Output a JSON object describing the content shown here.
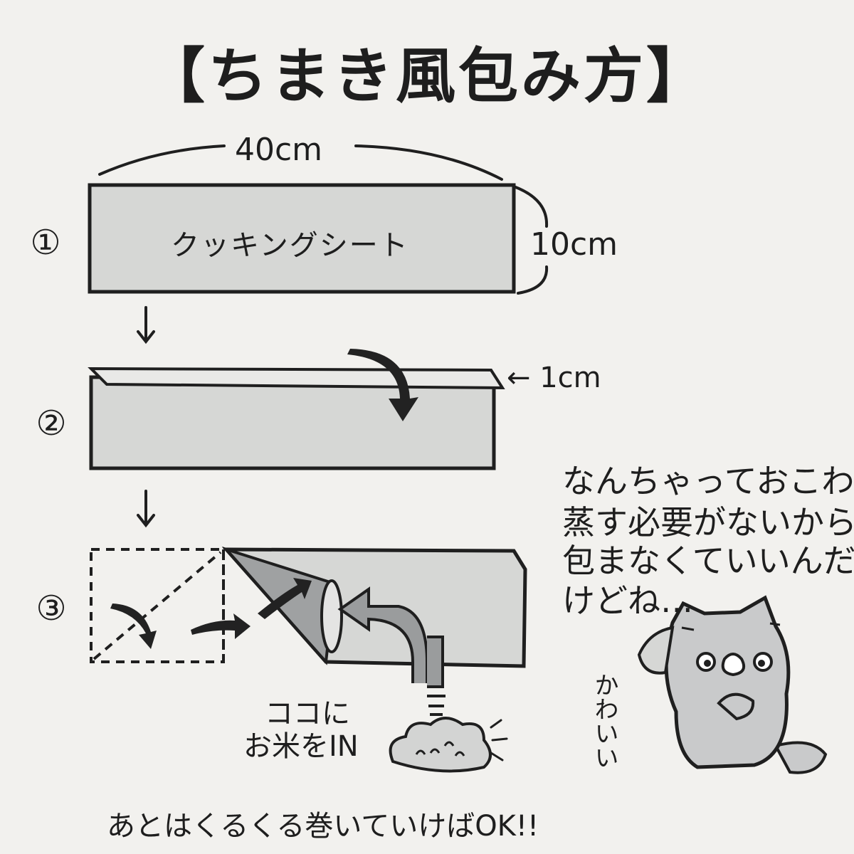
{
  "title": "【ちまき風包み方】",
  "steps": [
    "①",
    "②",
    "③"
  ],
  "dimensions": {
    "width": "40cm",
    "height": "10cm",
    "fold": "← 1cm"
  },
  "sheet_label": "クッキングシート",
  "insert_note": {
    "line1": "ココに",
    "line2": "お米をIN"
  },
  "finish_note": "あとはくるくる巻いていけばOK!!",
  "cat_note": [
    "なんちゃっておこわは",
    "蒸す必要がないから",
    "包まなくていいんだ",
    "けどね…"
  ],
  "cat_exclaim": "かわいい",
  "colors": {
    "sheet": "#d6d7d5",
    "outline": "#1f1f1f",
    "arrow": "#2a2a2a",
    "cat": "#c9cacb"
  }
}
